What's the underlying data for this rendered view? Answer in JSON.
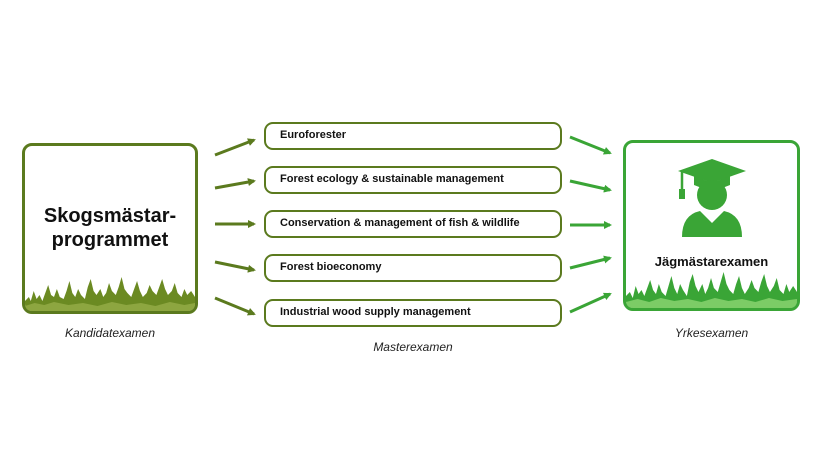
{
  "left": {
    "title_line1": "Skogsmästar-",
    "title_line2": "programmet",
    "caption": "Kandidatexamen"
  },
  "programmes": [
    {
      "label": "Euroforester"
    },
    {
      "label": "Forest ecology & sustainable management"
    },
    {
      "label": "Conservation & management of fish & wildlife"
    },
    {
      "label": "Forest bioeconomy"
    },
    {
      "label": "Industrial wood supply management"
    }
  ],
  "middle": {
    "caption": "Masterexamen"
  },
  "right": {
    "degree_label": "Jägmästarexamen",
    "caption": "Yrkesexamen",
    "icon": "graduate-icon"
  },
  "colors": {
    "olive": "#5b7a1e",
    "green": "#3aa536"
  }
}
